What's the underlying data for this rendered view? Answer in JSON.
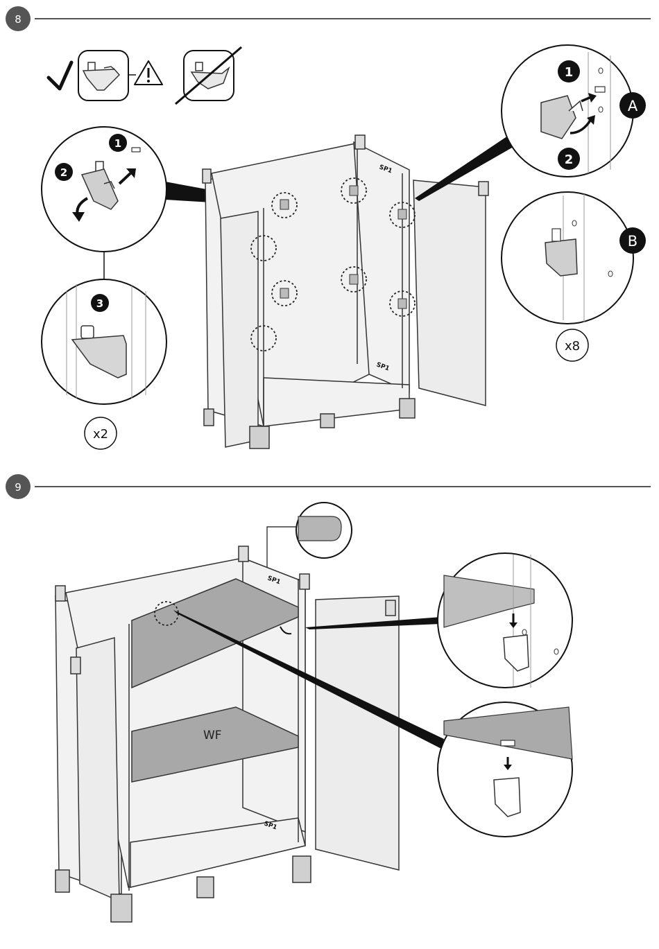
{
  "steps": [
    {
      "number": "8"
    },
    {
      "number": "9"
    }
  ],
  "step8": {
    "callout_left_top": {
      "badge1": "1",
      "badge2": "2"
    },
    "callout_left_bottom": {
      "badge3": "3"
    },
    "qty_left": "x2",
    "callout_right_a": {
      "badge1": "1",
      "badge2": "2",
      "letter": "A"
    },
    "callout_right_b": {
      "letter": "B"
    },
    "qty_right": "x8",
    "panel_labels": [
      "SP1",
      "SP1"
    ]
  },
  "step9": {
    "shelf_label": "WF",
    "panel_labels": [
      "SP1",
      "SP1"
    ]
  },
  "icons": {
    "ok_mark": "checkmark-icon",
    "warning": "warning-triangle-icon",
    "wrong": "crossed-out-icon"
  },
  "colors": {
    "line": "#1a1a1a",
    "badge": "#555555",
    "panel": "#f2f2f2",
    "shelf": "#a8a8a8",
    "black": "#111111"
  }
}
